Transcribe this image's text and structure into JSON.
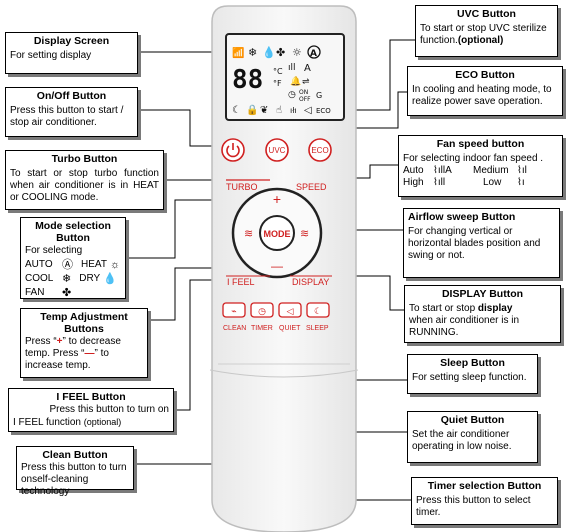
{
  "remote": {
    "buttons": {
      "uvc": "UVC",
      "eco": "ECO",
      "turbo": "TURBO",
      "speed": "SPEED",
      "mode": "MODE",
      "ifeel": "I FEEL",
      "display": "DISPLAY",
      "clean": "CLEAN",
      "timer": "TIMER",
      "quiet": "QUIET",
      "sleep": "SLEEP",
      "plus": "+",
      "minus": "—"
    },
    "lcd": {
      "digits": "88",
      "celsius": "°C",
      "fahrenheit": "°F",
      "fan_a": "A",
      "on": "ON",
      "off": "OFF",
      "eco": "ECO"
    }
  },
  "callouts": {
    "display_screen": {
      "title": "Display Screen",
      "desc": "For setting display"
    },
    "onoff": {
      "title": "On/Off Button",
      "desc": "Press this button to start / stop air conditioner."
    },
    "turbo": {
      "title": "Turbo Button",
      "desc": "To start or stop turbo function when air conditioner is in HEAT or COOLING mode."
    },
    "mode": {
      "title": "Mode selection Button",
      "desc": "For selecting",
      "items": [
        "AUTO",
        "HEAT",
        "COOL",
        "DRY",
        "FAN"
      ]
    },
    "temp": {
      "title": "Temp Adjustment Buttons",
      "l1a": "Press “",
      "plus": "+",
      "l1b": "” to decrease",
      "l2a": "temp. Press “",
      "minus": "—",
      "l2b": "” to",
      "l3": "increase temp."
    },
    "ifeel": {
      "title": "I FEEL Button",
      "desc": "Press this button to turn on",
      "desc2": "I FEEL function",
      "opt": "(optional)"
    },
    "clean": {
      "title": "Clean Button",
      "desc": "Press this button to turn onself-cleaning technology"
    },
    "uvc": {
      "title": "UVC   Button",
      "desc": "To start or stop UVC sterilize function.",
      "opt": "(optional)"
    },
    "eco": {
      "title": "ECO     Button",
      "desc": "In cooling and heating mode, to realize power save operation."
    },
    "fan": {
      "title": "Fan speed button",
      "desc": "For selecting indoor fan speed .",
      "auto": "Auto",
      "medium": "Medium",
      "high": "High",
      "low": "Low"
    },
    "airflow": {
      "title": "Airflow sweep Button",
      "desc": "For changing vertical or horizontal blades position   and swing or not."
    },
    "display": {
      "title": "DISPLAY Button",
      "desc1": "To start or stop ",
      "desc1b": "display",
      "desc2": "when air conditioner is in RUNNING."
    },
    "sleep": {
      "title": "Sleep Button",
      "desc": "For setting sleep function."
    },
    "quiet": {
      "title": "Quiet Button",
      "desc": "Set the air conditioner operating in low noise."
    },
    "timer": {
      "title": "Timer selection  Button",
      "desc": "Press this button to select timer."
    }
  }
}
